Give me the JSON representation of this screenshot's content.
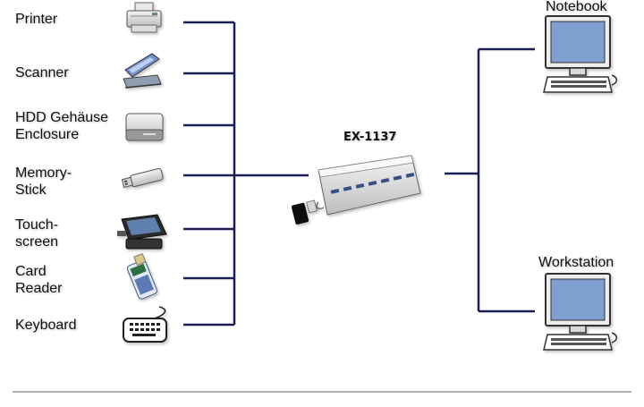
{
  "devices_left": [
    {
      "lines": [
        "Printer"
      ],
      "icon": "printer-icon"
    },
    {
      "lines": [
        "Scanner"
      ],
      "icon": "scanner-icon"
    },
    {
      "lines": [
        "HDD Gehäuse",
        "Enclosure"
      ],
      "icon": "hdd-enclosure-icon"
    },
    {
      "lines": [
        "Memory-",
        "Stick"
      ],
      "icon": "memory-stick-icon"
    },
    {
      "lines": [
        "Touch-",
        "screen"
      ],
      "icon": "touchscreen-icon"
    },
    {
      "lines": [
        "Card",
        "Reader"
      ],
      "icon": "card-reader-icon"
    },
    {
      "lines": [
        "Keyboard"
      ],
      "icon": "keyboard-icon"
    }
  ],
  "hub": {
    "title": "EX-1137",
    "icon": "usb-hub-icon",
    "port_count": 7
  },
  "devices_right": [
    {
      "label": "Notebook",
      "icon": "computer-monitor-icon"
    },
    {
      "label": "Workstation",
      "icon": "computer-monitor-icon"
    }
  ],
  "colors": {
    "connector_line": "#1c1f55",
    "divider": "#9a9a9a",
    "screen": "#7f9fd0"
  }
}
